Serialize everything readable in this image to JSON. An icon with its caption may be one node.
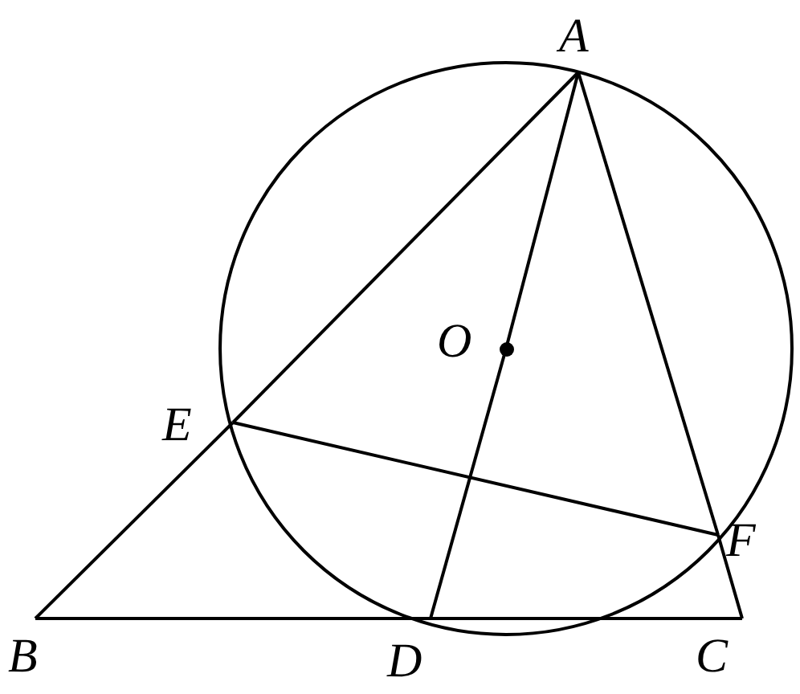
{
  "diagram": {
    "nodes": [
      {
        "text": [
          "A"
        ]
      },
      {
        "text": [
          "O"
        ]
      },
      {
        "text": [
          "E"
        ]
      },
      {
        "text": [
          "F"
        ]
      },
      {
        "text": [
          "B"
        ]
      },
      {
        "text": [
          "D"
        ]
      },
      {
        "text": [
          "C"
        ]
      }
    ],
    "edges": [
      {
        "from": 0,
        "to": 2,
        "arrow": "none"
      },
      {
        "from": 2,
        "to": 4,
        "arrow": "none"
      },
      {
        "from": 0,
        "to": 3,
        "arrow": "none"
      },
      {
        "from": 3,
        "to": 6,
        "arrow": "none"
      },
      {
        "from": 4,
        "to": 5,
        "arrow": "none"
      },
      {
        "from": 5,
        "to": 6,
        "arrow": "none"
      },
      {
        "from": 0,
        "to": 1,
        "arrow": "none"
      },
      {
        "from": 1,
        "to": 5,
        "arrow": "none"
      },
      {
        "from": 2,
        "to": 3,
        "arrow": "none"
      }
    ]
  }
}
